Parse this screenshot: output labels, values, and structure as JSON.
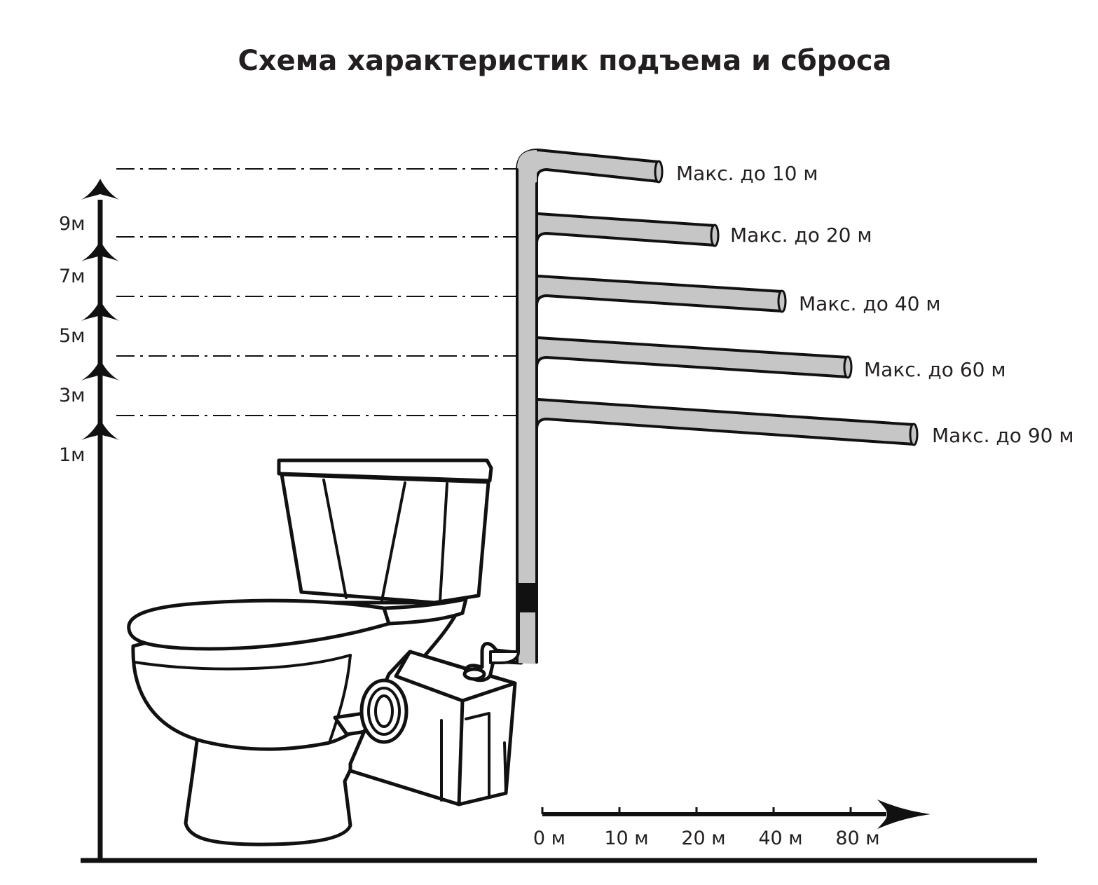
{
  "title": "Схема характеристик подъема и сброса",
  "colors": {
    "pipe_fill": "#c6c6c6",
    "ink": "#111111",
    "background": "#ffffff"
  },
  "height_levels": [
    {
      "label": "1м",
      "value_m": 1
    },
    {
      "label": "3м",
      "value_m": 3
    },
    {
      "label": "5м",
      "value_m": 5
    },
    {
      "label": "7м",
      "value_m": 7
    },
    {
      "label": "9м",
      "value_m": 9
    }
  ],
  "pipes": [
    {
      "label": "Макс. до 10 м",
      "height_m": 9,
      "length_m": 10
    },
    {
      "label": "Макс. до 20 м",
      "height_m": 7,
      "length_m": 20
    },
    {
      "label": "Макс. до 40 м",
      "height_m": 5,
      "length_m": 40
    },
    {
      "label": "Макс. до 60 м",
      "height_m": 3,
      "length_m": 60
    },
    {
      "label": "Макс. до 90 м",
      "height_m": 1,
      "length_m": 90
    }
  ],
  "distance_axis": [
    "0 м",
    "10 м",
    "20 м",
    "40 м",
    "80 м"
  ],
  "icons": {
    "toilet": "toilet-icon",
    "pump": "macerator-pump-icon"
  }
}
